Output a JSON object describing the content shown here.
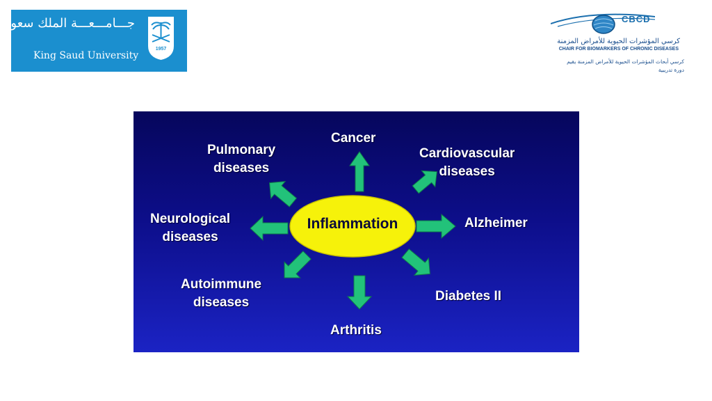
{
  "header": {
    "left_logo": {
      "arabic_name": "جـــامـــعـــة الملك سعود",
      "english_name": "King Saud University",
      "founded_year": "1957",
      "emblem_icon": "palm-swords-emblem-icon"
    },
    "right_logo": {
      "abbreviation": "CBCD",
      "arabic_name": "كرسي المؤشرات الحيوية للأمراض المزمنة",
      "english_name": "CHAIR FOR BIOMARKERS OF CHRONIC DISEASES",
      "arabic_line1": "كرسي أبحاث المؤشرات الحيوية للأمراض المزمنة يقيم",
      "arabic_line2": "دورة تدريبية",
      "globe_icon": "globe-icon"
    }
  },
  "diagram": {
    "center": "Inflammation",
    "outcomes": {
      "cancer": [
        "Cancer"
      ],
      "cardiovascular": [
        "Cardiovascular",
        "diseases"
      ],
      "alzheimer": [
        "Alzheimer"
      ],
      "diabetes": [
        "Diabetes II"
      ],
      "arthritis": [
        "Arthritis"
      ],
      "autoimmune": [
        "Autoimmune",
        "diseases"
      ],
      "neurological": [
        "Neurological",
        "diseases"
      ],
      "pulmonary": [
        "Pulmonary",
        "diseases"
      ]
    },
    "colors": {
      "center_fill": "#f6f20a",
      "arrow_fill": "#22c27a",
      "background_top": "#06065c",
      "background_bottom": "#1b23c4"
    }
  }
}
